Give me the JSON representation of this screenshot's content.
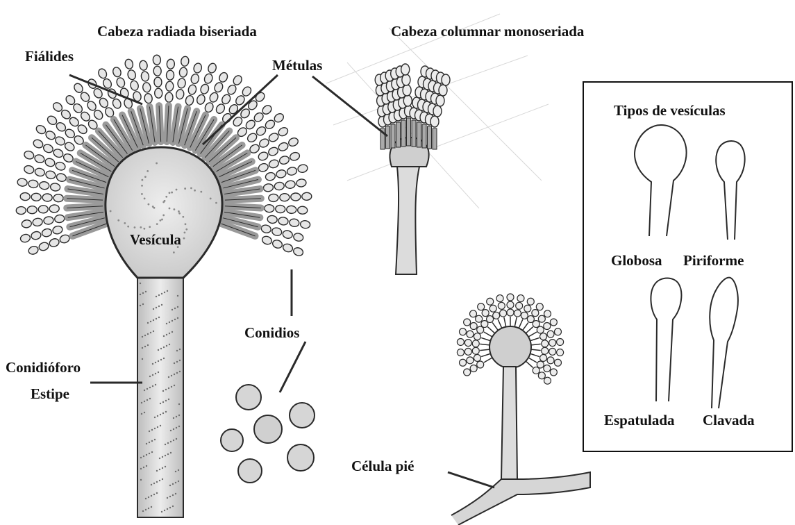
{
  "labels": {
    "radiate_title": "Cabeza radiada biseriada",
    "columnar_title": "Cabeza columnar monoseriada",
    "fialides": "Fiálides",
    "metulas": "Métulas",
    "vesicula": "Vesícula",
    "conidios": "Conidios",
    "conidioforo_line1": "Conidióforo",
    "conidioforo_line2": "Estipe",
    "celula_pie": "Célula pié"
  },
  "vesicle_types": {
    "title": "Tipos de vesículas",
    "items": [
      "Globosa",
      "Piriforme",
      "Espatulada",
      "Clavada"
    ]
  },
  "colors": {
    "ink": "#2a2a2a",
    "shade": "#d9d9d9",
    "box_border": "#111111"
  }
}
